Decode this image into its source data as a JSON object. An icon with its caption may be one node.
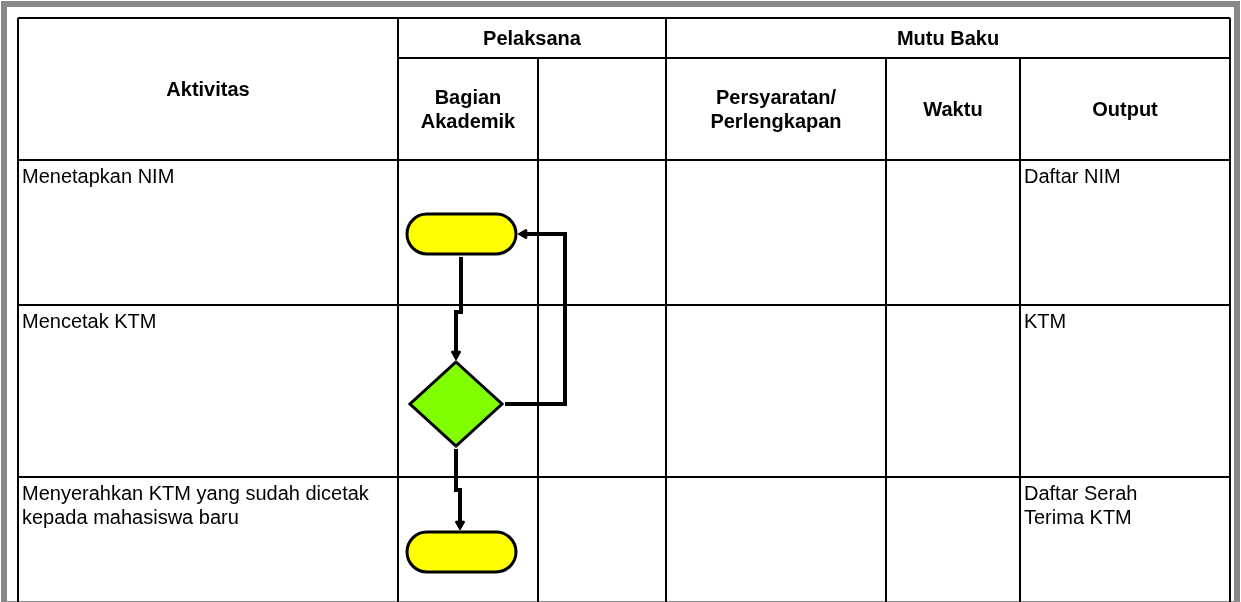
{
  "diagram": {
    "nodes": [
      {
        "text": [],
        "shape": "terminator"
      },
      {
        "text": [],
        "shape": "diamond"
      },
      {
        "text": [],
        "shape": "terminator"
      }
    ],
    "edges": [
      {
        "from": 0,
        "to": 1,
        "arrow": "to"
      },
      {
        "from": 1,
        "to": 0,
        "arrow": "to"
      },
      {
        "from": 1,
        "to": 2,
        "arrow": "to"
      }
    ],
    "labels": [
      "Aktivitas",
      "Pelaksana",
      "Mutu Baku",
      "Bagian Akademik",
      "Persyaratan/ Perlengkapan",
      "Waktu",
      "Output",
      "Menetapkan NIM",
      "Daftar NIM",
      "Mencetak KTM",
      "KTM",
      "Menyerahkan KTM yang sudah dicetak kepada mahasiswa baru",
      "Daftar Serah Terima KTM"
    ]
  }
}
